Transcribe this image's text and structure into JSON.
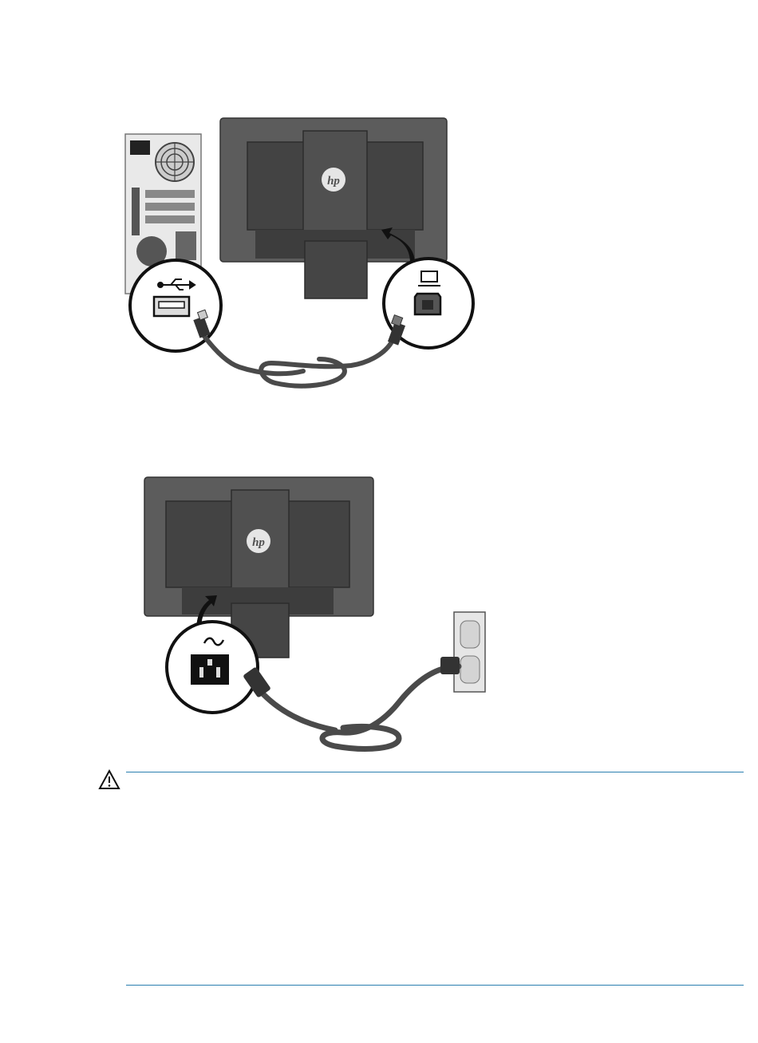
{
  "figures": [
    {
      "name": "usb-cable-connection-figure",
      "logo": "hp",
      "icons": [
        "usb-icon",
        "usb-port-icon",
        "computer-icon",
        "usb-b-port-icon",
        "arrow-icon"
      ]
    },
    {
      "name": "power-cord-connection-figure",
      "logo": "hp",
      "icons": [
        "ac-power-icon",
        "power-port-icon",
        "wall-outlet-icon",
        "arrow-icon"
      ]
    }
  ],
  "caution": {
    "icon": "caution-icon",
    "text": "",
    "rule_color": "#2a7fb0"
  }
}
